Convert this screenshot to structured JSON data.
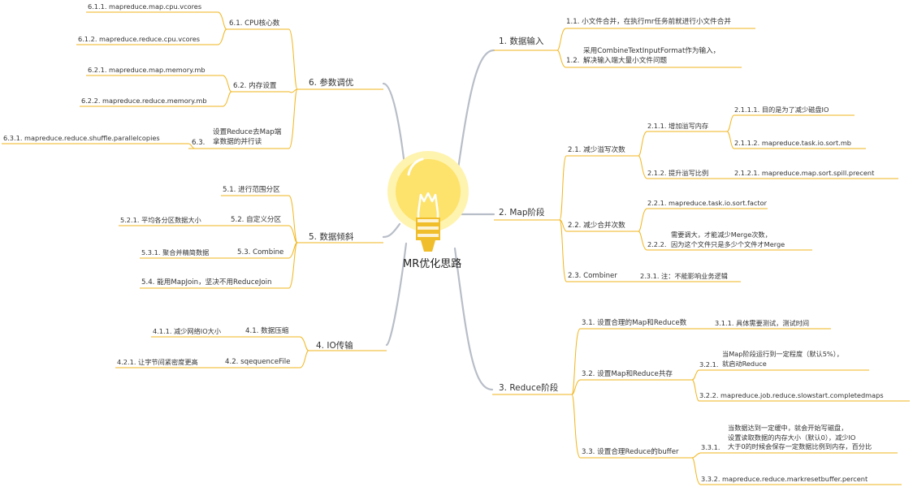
{
  "mindmap": {
    "root": "MR优化思路",
    "b1": {
      "label": "1.  数据输入",
      "c1": "1.1.  小文件合并，在执行mr任务前就进行小文件合并",
      "c2_num": "1.2.",
      "c2": "采用CombineTextInputFormat作为输入，\n解决输入端大量小文件问题"
    },
    "b2": {
      "label": "2.  Map阶段",
      "c1": "2.1.  减少溢写次数",
      "c1a": "2.1.1.  增加溢写内存",
      "c1a1": "2.1.1.1.  目的是为了减少磁盘IO",
      "c1a2": "2.1.1.2.  mapreduce.task.io.sort.mb",
      "c1b": "2.1.2.  提升溢写比例",
      "c1b1": "2.1.2.1.  mapreduce.map.sort.spill.precent",
      "c2": "2.2.  减少合并次数",
      "c2a": "2.2.1.  mapreduce.task.io.sort.factor",
      "c2b_num": "2.2.2.",
      "c2b": "需要调大，才能减少Merge次数，\n因为这个文件只是多少个文件才Merge",
      "c3": "2.3.  Combiner",
      "c3a": "2.3.1.  注：不能影响业务逻辑"
    },
    "b3": {
      "label": "3.  Reduce阶段",
      "c1": "3.1.  设置合理的Map和Reduce数",
      "c1a": "3.1.1.  具体需要测试，测试时间",
      "c2": "3.2.  设置Map和Reduce共存",
      "c2a_num": "3.2.1.",
      "c2a": "当Map阶段运行到一定程度（默认5%），\n就启动Reduce",
      "c2b": "3.2.2.  mapreduce.job.reduce.slowstart.completedmaps",
      "c3": "3.3.  设置合理Reduce的buffer",
      "c3a_num": "3.3.1.",
      "c3a": "当数据达到一定缓中，就会开始写磁盘，\n设置读取数据的内存大小（默认0），减少IO\n大于0的时候会保存一定数据比例到内存，百分比",
      "c3b": "3.3.2.  mapreduce.reduce.markresetbuffer.percent"
    },
    "b4": {
      "label": "4.  IO传输",
      "c1": "4.1.  数据压缩",
      "c1a": "4.1.1.  减少网络IO大小",
      "c2": "4.2.  sqequenceFile",
      "c2a": "4.2.1.  让字节间紧密度更高"
    },
    "b5": {
      "label": "5.  数据倾斜",
      "c1": "5.1.  进行范围分区",
      "c2": "5.2.  自定义分区",
      "c2a": "5.2.1.  平均各分区数据大小",
      "c3": "5.3.  Combine",
      "c3a": "5.3.1.  聚合并精简数据",
      "c4": "5.4.  能用MapJoin，坚决不用ReduceJoin"
    },
    "b6": {
      "label": "6.  参数调优",
      "c1": "6.1.  CPU核心数",
      "c1a": "6.1.1.  mapreduce.map.cpu.vcores",
      "c1b": "6.1.2.  mapreduce.reduce.cpu.vcores",
      "c2": "6.2.  内存设置",
      "c2a": "6.2.1.  mapreduce.map.memory.mb",
      "c2b": "6.2.2.  mapreduce.reduce.memory.mb",
      "c3_num": "6.3.",
      "c3": "设置Reduce去Map端\n拿数据的并行读",
      "c3a": "6.3.1.  mapreduce.reduce.shuffle.parallelcopies"
    }
  },
  "colors": {
    "branch": "#b8bec8",
    "line": "#f2b61d",
    "bulb": "#fde36b",
    "bulb_ring": "#fff3b0",
    "base": "#f0bd2b",
    "text": "#333333"
  },
  "icons": [
    "light-bulb-icon"
  ]
}
